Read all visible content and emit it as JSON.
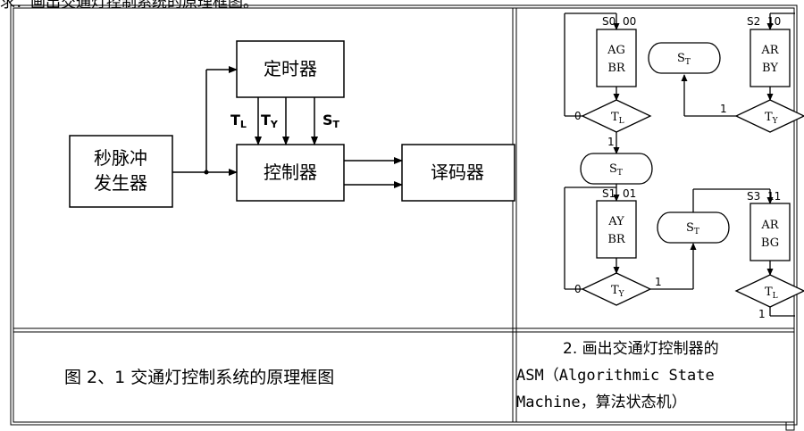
{
  "header_fragment": "求：画出交通灯控制系统的原理框图。",
  "block_diagram": {
    "timer": "定时器",
    "controller": "控制器",
    "decoder": "译码器",
    "pulse_line1": "秒脉冲",
    "pulse_line2": "发生器",
    "signal_TL": {
      "main": "T",
      "sub": "L"
    },
    "signal_TY": {
      "main": "T",
      "sub": "Y"
    },
    "signal_ST": {
      "main": "S",
      "sub": "T"
    }
  },
  "asm": {
    "state_s0": {
      "name": "S0",
      "code": "00",
      "line1": "AG",
      "line2": "BR"
    },
    "state_s1": {
      "name": "S1",
      "code": "01",
      "line1": "AY",
      "line2": "BR"
    },
    "state_s2": {
      "name": "S2",
      "code": "10",
      "line1": "AR",
      "line2": "BY"
    },
    "state_s3": {
      "name": "S3",
      "code": "11",
      "line1": "AR",
      "line2": "BG"
    },
    "cond_output": {
      "main": "S",
      "sub": "T"
    },
    "decision_TL": {
      "main": "T",
      "sub": "L"
    },
    "decision_TY": {
      "main": "T",
      "sub": "Y"
    },
    "branch_zero": "0",
    "branch_one": "1"
  },
  "captions": {
    "figure": "图 2、1 交通灯控制系统的原理框图",
    "asm_line1": "2. 画出交通灯控制器的",
    "asm_line2": "ASM（Algorithmic State",
    "asm_line3": "Machine，算法状态机）"
  }
}
